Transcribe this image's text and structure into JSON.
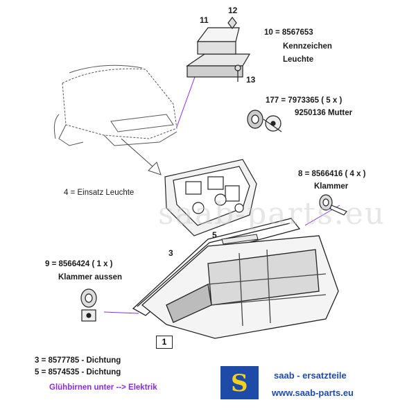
{
  "callouts": {
    "n11": "11",
    "n12": "12",
    "n13": "13",
    "n3": "3",
    "n5": "5",
    "n1": "1"
  },
  "labels": {
    "l10_line1": "10 = 8567653",
    "l10_line2": "Kennzeichen",
    "l10_line3": "Leuchte",
    "l177_line1": "177 = 7973365  ( 5 x )",
    "l177_line2": "9250136  Mutter",
    "l8_line1": "8 = 8566416 ( 4 x )",
    "l8_line2": "Klammer",
    "l4": "4 =  Einsatz Leuchte",
    "l9_line1": "9 = 8566424    ( 1 x )",
    "l9_line2": "Klammer aussen",
    "l3": "3 =  8577785 - Dichtung",
    "l5": "5 =  8574535 - Dichtung",
    "bulbs": "Glühbirnen unter --> Elektrik"
  },
  "brand": {
    "logo_letter": "S",
    "line1": "saab - ersatzteile",
    "line2": "www.saab-parts.eu",
    "watermark": "saab-parts.eu",
    "color_blue": "#1e4aa8",
    "color_yellow": "#f2d21b",
    "color_purple": "#8a2be2"
  }
}
